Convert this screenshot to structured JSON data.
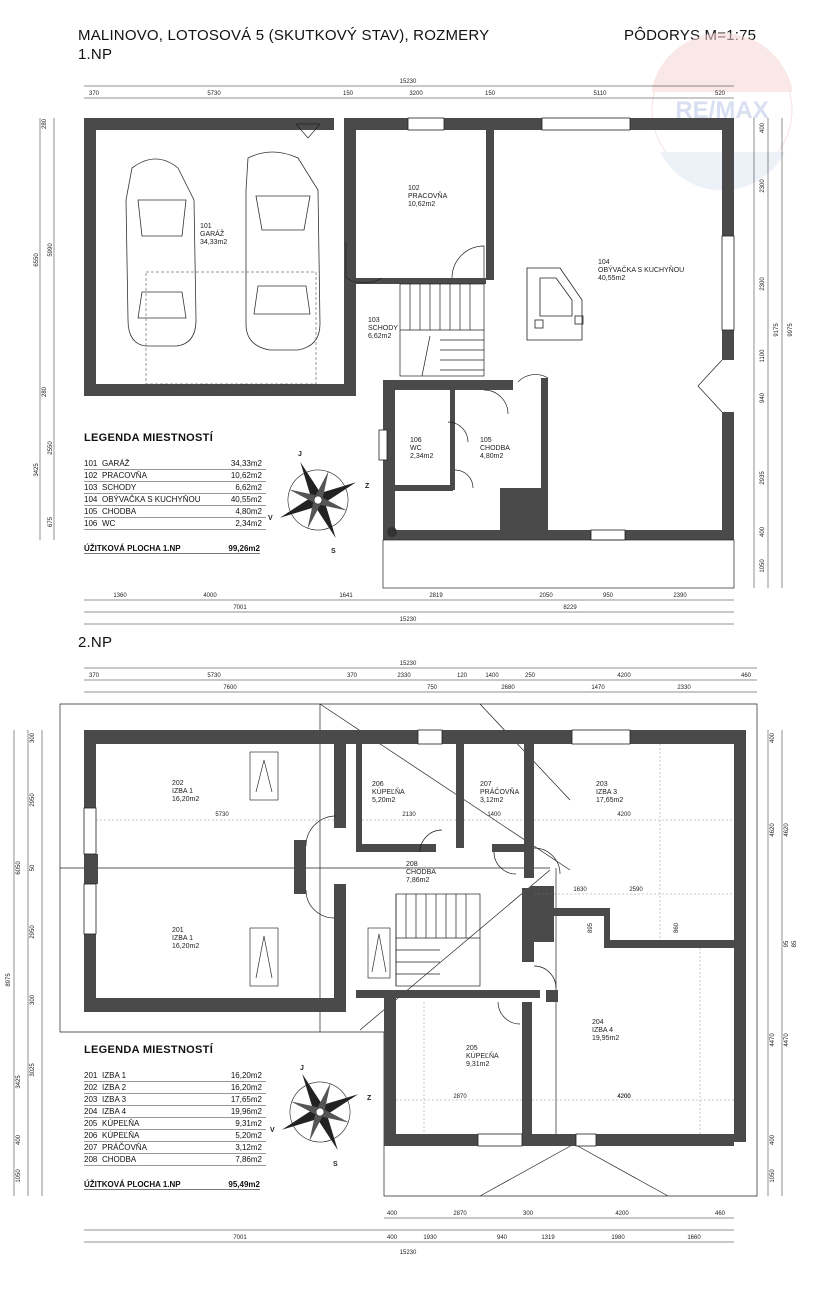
{
  "header": {
    "title": "MALINOVO, LOTOSOVÁ 5 (SKUTKOVÝ STAV), ROZMERY",
    "floor1_label": "1.NP",
    "plan_scale": "PÔDORYS M=1:75",
    "floor2_label": "2.NP"
  },
  "watermark": {
    "text": "RE/MAX",
    "color": "#c8d4ec"
  },
  "colors": {
    "wall": "#4a4a4a",
    "line": "#222222"
  },
  "floor1": {
    "rooms": [
      {
        "no": "101",
        "name": "GARÁŽ",
        "area": "34,33m2"
      },
      {
        "no": "102",
        "name": "PRACOVŇA",
        "area": "10,62m2"
      },
      {
        "no": "103",
        "name": "SCHODY",
        "area": "6,62m2"
      },
      {
        "no": "104",
        "name": "OBÝVAČKA S KUCHYŇOU",
        "area": "40,55m2"
      },
      {
        "no": "105",
        "name": "CHODBA",
        "area": "4,80m2"
      },
      {
        "no": "106",
        "name": "WC",
        "area": "2,34m2"
      }
    ],
    "legend_title": "LEGENDA MIESTNOSTÍ",
    "total_label": "ÚŽITKOVÁ PLOCHA 1.NP",
    "total_area": "99,26m2",
    "dims_top_total": "15230",
    "dims_top": [
      "370",
      "5730",
      "150",
      "3200",
      "150",
      "5110",
      "520"
    ],
    "dims_bottom": [
      "1360",
      "4000",
      "1641",
      "2819",
      "2050",
      "950",
      "2390"
    ],
    "dims_bottom2": [
      "7001",
      "8229"
    ],
    "dims_bottom_total": "15230",
    "dims_left": [
      "280",
      "6550",
      "5990",
      "280",
      "3425",
      "2550",
      "675"
    ],
    "dims_right": [
      "400",
      "2300",
      "2300",
      "1100",
      "940",
      "2935",
      "400",
      "1050",
      "9175",
      "9975"
    ]
  },
  "floor2": {
    "rooms": [
      {
        "no": "201",
        "name": "IZBA 1",
        "area": "16,20m2"
      },
      {
        "no": "202",
        "name": "IZBA 2",
        "area": "16,20m2"
      },
      {
        "no": "203",
        "name": "IZBA 3",
        "area": "17,65m2"
      },
      {
        "no": "204",
        "name": "IZBA 4",
        "area": "19,96m2"
      },
      {
        "no": "205",
        "name": "KÚPEĽŇA",
        "area": "9,31m2"
      },
      {
        "no": "206",
        "name": "KÚPEĽŇA",
        "area": "5,20m2"
      },
      {
        "no": "207",
        "name": "PRÁČOVŇA",
        "area": "3,12m2"
      },
      {
        "no": "208",
        "name": "CHODBA",
        "area": "7,86m2"
      }
    ],
    "plan_labels": [
      {
        "no": "202",
        "name": "IZBA 1",
        "area": "16,20m2"
      },
      {
        "no": "201",
        "name": "IZBA 1",
        "area": "16,20m2"
      },
      {
        "no": "206",
        "name": "KÚPEĽŇA",
        "area": "5,20m2"
      },
      {
        "no": "207",
        "name": "PRÁČOVŇA",
        "area": "3,12m2"
      },
      {
        "no": "203",
        "name": "IZBA 3",
        "area": "17,65m2"
      },
      {
        "no": "208",
        "name": "CHODBA",
        "area": "7,86m2"
      },
      {
        "no": "205",
        "name": "KÚPEĽŇA",
        "area": "9,31m2"
      },
      {
        "no": "204",
        "name": "IZBA 4",
        "area": "19,95m2"
      }
    ],
    "legend_title": "LEGENDA MIESTNOSTÍ",
    "total_label": "ÚŽITKOVÁ PLOCHA 1.NP",
    "total_area": "95,49m2",
    "dims_top_total": "15230",
    "dims_top": [
      "370",
      "5730",
      "370",
      "2330",
      "120",
      "1400",
      "250",
      "4200",
      "460"
    ],
    "dims_top2": [
      "7600",
      "750",
      "2680",
      "1470",
      "2330"
    ],
    "dims_inner": [
      "5730",
      "2130",
      "1400",
      "4200",
      "1630",
      "2590",
      "2870",
      "4200",
      "4200"
    ],
    "dims_bottom": [
      "400",
      "2870",
      "300",
      "4200",
      "460"
    ],
    "dims_bottom2": [
      "7001",
      "400",
      "1930",
      "940",
      "1319",
      "1980",
      "1660"
    ],
    "dims_bottom_total": "15230",
    "dims_left": [
      "300",
      "2950",
      "6050",
      "50",
      "2950",
      "8975",
      "300",
      "3025",
      "3425",
      "400",
      "1050"
    ],
    "dims_right": [
      "400",
      "4620",
      "4620",
      "895",
      "860",
      "4470",
      "4470",
      "400",
      "1050",
      "95",
      "85"
    ]
  },
  "compass": {
    "north": "J",
    "south": "S",
    "symbol_labels": [
      "Z",
      "V"
    ]
  }
}
